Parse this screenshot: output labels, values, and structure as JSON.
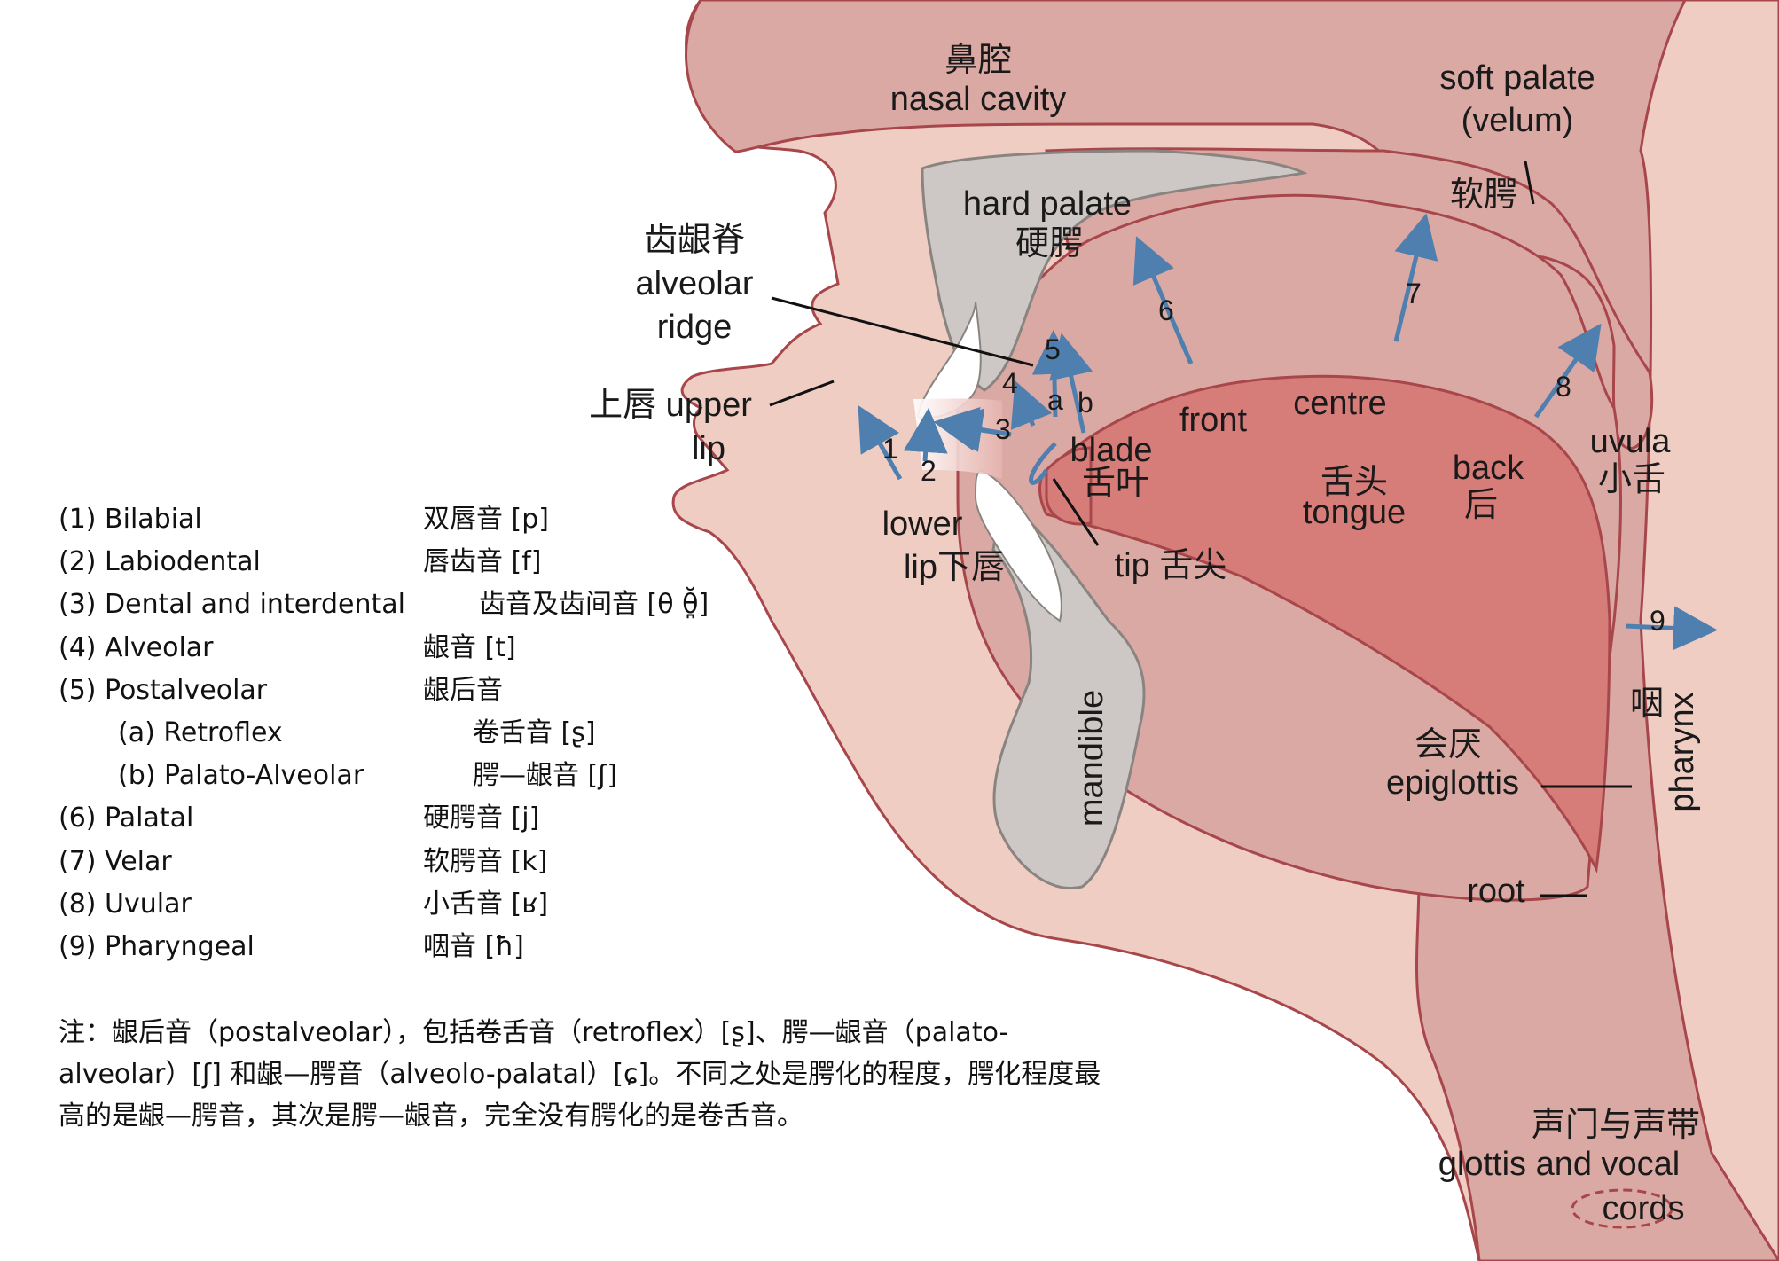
{
  "labels": {
    "nasal_cavity_zh": "鼻腔",
    "nasal_cavity_en": "nasal cavity",
    "soft_palate_en_1": "soft palate",
    "soft_palate_en_2": "(velum)",
    "soft_palate_zh": "软腭",
    "hard_palate_en": "hard palate",
    "hard_palate_zh": "硬腭",
    "alveolar_ridge_zh": "齿龈脊",
    "alveolar_ridge_en_1": "alveolar",
    "alveolar_ridge_en_2": "ridge",
    "upper_lip_1": "上唇 upper",
    "upper_lip_2": "lip",
    "lower_lip_1": "lower",
    "lower_lip_2": "lip下唇",
    "blade_en": "blade",
    "blade_zh": "舌叶",
    "front": "front",
    "centre": "centre",
    "tongue_zh": "舌头",
    "tongue_en": "tongue",
    "back_en": "back",
    "back_zh": "后",
    "uvula_en": "uvula",
    "uvula_zh": "小舌",
    "tip": "tip 舌尖",
    "mandible": "mandible",
    "pharynx_zh": "咽",
    "pharynx_en": "pharynx",
    "epiglottis_zh": "会厌",
    "epiglottis_en": "epiglottis",
    "root": "root",
    "glottis_zh": "声门与声带",
    "glottis_en_1": "glottis and vocal",
    "glottis_en_2": "cords"
  },
  "arrow_numbers": [
    "1",
    "2",
    "3",
    "4",
    "5",
    "a",
    "b",
    "6",
    "7",
    "8",
    "9"
  ],
  "legend": [
    {
      "en": "(1) Bilabial",
      "zh": "双唇音 [p]"
    },
    {
      "en": "(2) Labiodental",
      "zh": "唇齿音 [f]"
    },
    {
      "en": "(3) Dental and interdental",
      "zh": "齿音及齿间音 [θ θ̪̆]"
    },
    {
      "en": "(4) Alveolar",
      "zh": "龈音 [t]"
    },
    {
      "en": "(5) Postalveolar",
      "zh": "龈后音"
    },
    {
      "en": "(a) Retroflex",
      "zh": "卷舌音 [ʂ]"
    },
    {
      "en": "(b) Palato-Alveolar",
      "zh": "腭—龈音 [ʃ]"
    },
    {
      "en": "(6) Palatal",
      "zh": "硬腭音 [j]"
    },
    {
      "en": "(7) Velar",
      "zh": "软腭音 [k]"
    },
    {
      "en": "(8) Uvular",
      "zh": "小舌音 [ʁ]"
    },
    {
      "en": "(9) Pharyngeal",
      "zh": "咽音 [ħ]"
    }
  ],
  "note": {
    "line1": "注：龈后音（postalveolar），包括卷舌音（retroflex）[ʂ]、腭—龈音（palato-",
    "line2": "alveolar）[ʃ] 和龈—腭音（alveolo-palatal）[ɕ]。不同之处是腭化的程度，腭化程度最",
    "line3": "高的是龈—腭音，其次是腭—龈音，完全没有腭化的是卷舌音。"
  },
  "colors": {
    "skin_light": "#efcdc2",
    "nasal_pink": "#dba9a3",
    "tongue_red": "#d67c79",
    "outline": "#a8474b",
    "bone_grey": "#cdc8c5",
    "teeth": "#ffffff",
    "arrow_blue": "#4f7fae"
  }
}
